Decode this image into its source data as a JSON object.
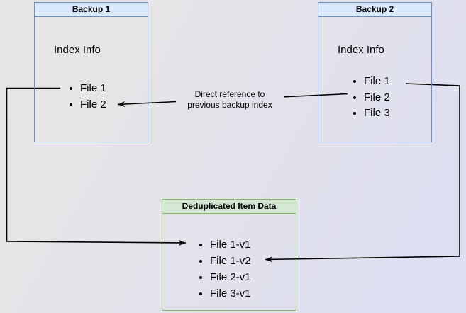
{
  "diagram": {
    "nodes": {
      "backup1": {
        "title": "Backup 1",
        "section_label": "Index Info",
        "items": [
          "File 1",
          "File 2"
        ]
      },
      "backup2": {
        "title": "Backup 2",
        "section_label": "Index Info",
        "items": [
          "File 1",
          "File 2",
          "File 3"
        ]
      },
      "dedup": {
        "title": "Deduplicated Item Data",
        "items": [
          "File 1-v1",
          "File 1-v2",
          "File 2-v1",
          "File 3-v1"
        ]
      }
    },
    "edges": {
      "direct_reference": {
        "label_line1": "Direct reference to",
        "label_line2": "previous backup index"
      }
    },
    "colors": {
      "blue_node_border": "#6c8ebf",
      "blue_node_header_fill": "#dae8fc",
      "green_node_border": "#82b366",
      "green_node_header_fill": "#d5e8d4",
      "arrow": "#000000",
      "text": "#000000"
    }
  }
}
